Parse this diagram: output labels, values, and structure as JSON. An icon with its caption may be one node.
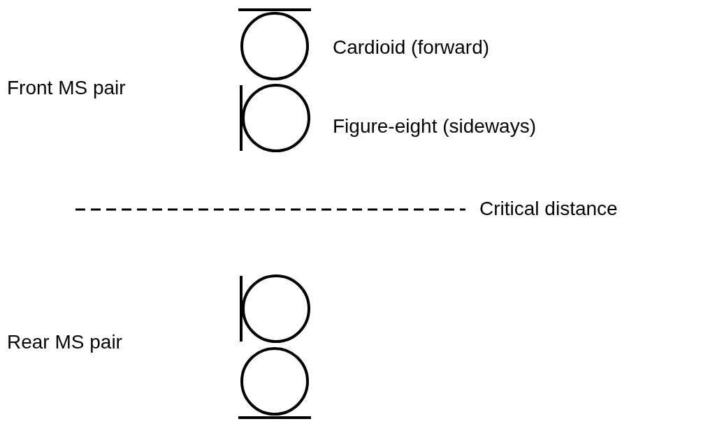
{
  "diagram": {
    "labels": [
      "Cardioid (forward)",
      "Front MS pair",
      "Figure-eight (sideways)",
      "Critical distance",
      "Rear MS pair"
    ]
  }
}
